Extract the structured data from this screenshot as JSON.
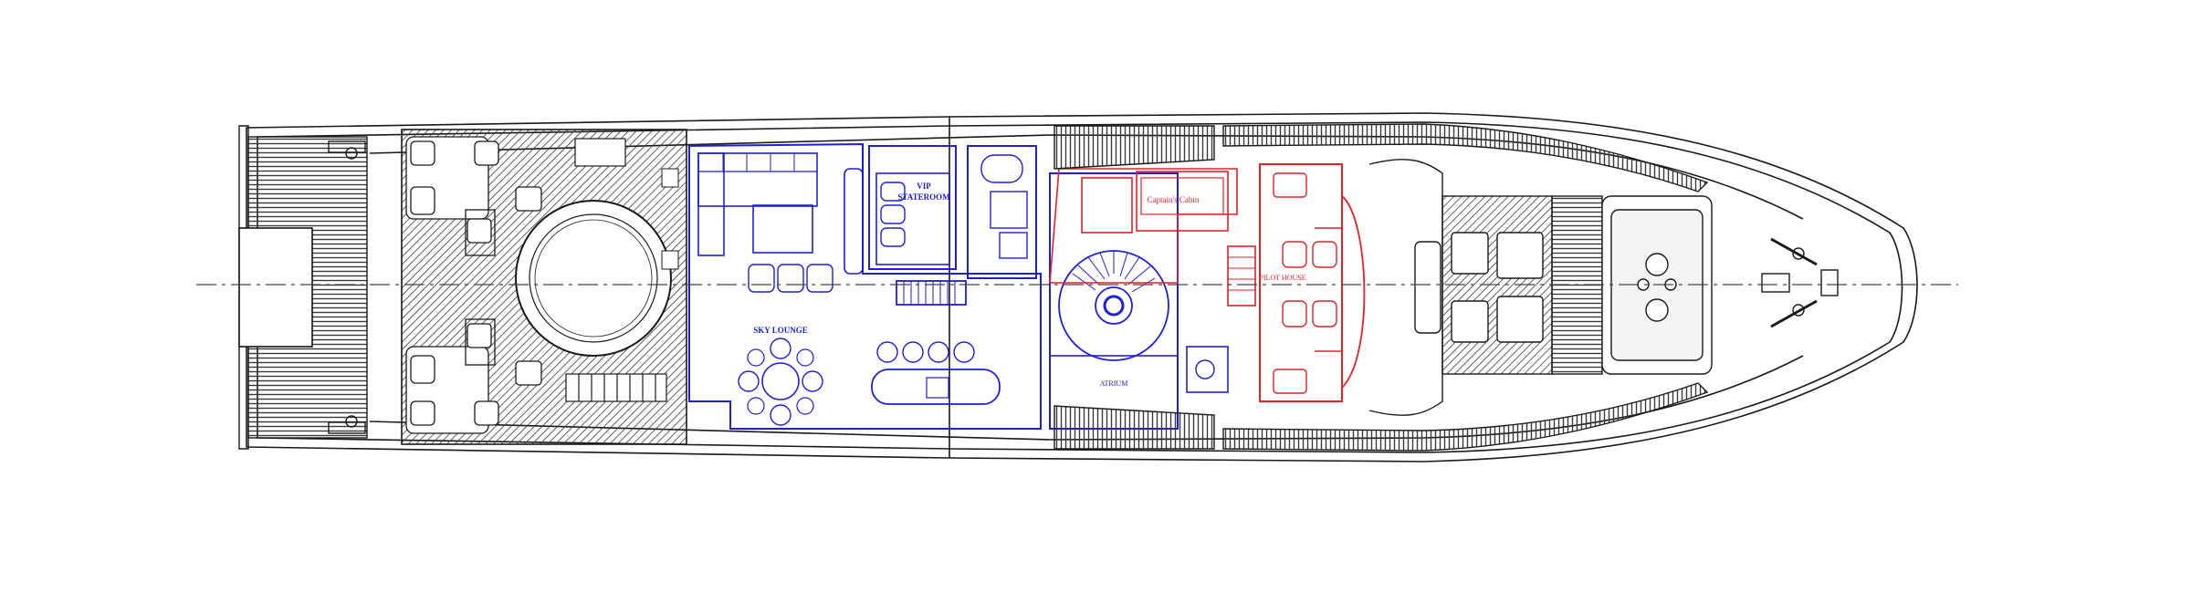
{
  "labels": {
    "vip_stateroom_line1": "VIP",
    "vip_stateroom_line2": "STATEROOM",
    "sky_lounge": "SKY LOUNGE",
    "atrium": "ATRIUM",
    "captains_cabin": "Captain's Cabin",
    "pilot_house": "PILOT HOUSE"
  },
  "colors": {
    "outline": "#1a1a1a",
    "deck_hatch": "#555555",
    "guest_area": "#1f1fd6",
    "crew_area": "#e0222a",
    "centerline": "#444444"
  }
}
